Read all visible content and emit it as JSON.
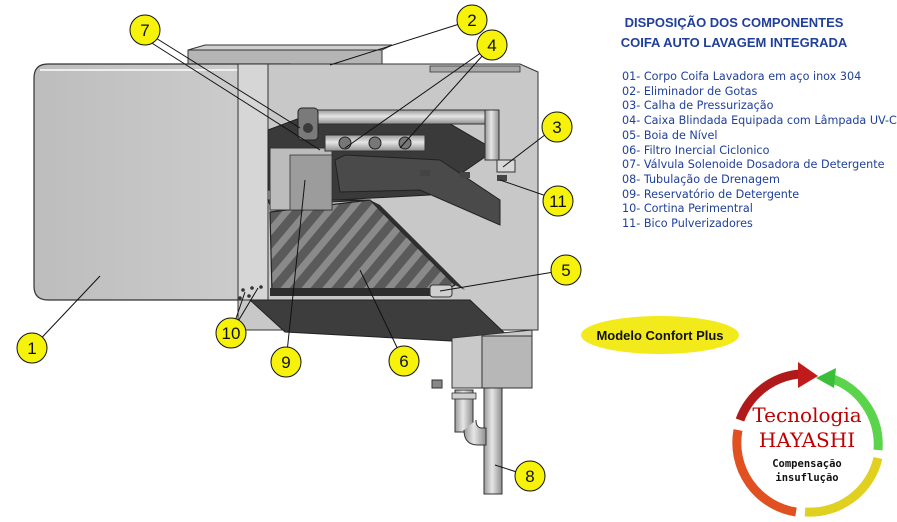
{
  "header": {
    "title_line1": "DISPOSIÇÃO DOS COMPONENTES",
    "title_line2": "COIFA AUTO LAVAGEM INTEGRADA"
  },
  "legend": [
    "01- Corpo Coifa Lavadora em aço inox 304",
    "02- Eliminador de Gotas",
    "03- Calha de Pressurização",
    "04- Caixa Blindada Equipada com Lâmpada UV-C",
    "05- Boia de Nível",
    "06- Filtro Inercial Ciclonico",
    "07- Válvula Solenoide Dosadora de Detergente",
    "08- Tubulação de Drenagem",
    "09- Reservatório de Detergente",
    "10- Cortina Perimentral",
    "11- Bico Pulverizadores"
  ],
  "callouts": [
    "1",
    "2",
    "3",
    "4",
    "5",
    "6",
    "7",
    "8",
    "9",
    "10",
    "11"
  ],
  "model_badge": "Modelo Confort Plus",
  "brand": {
    "line1": "Tecnologia",
    "line2": "HAYASHI",
    "line3": "Compensação",
    "line4": "insuflução"
  },
  "colors": {
    "text_blue": "#1f3f99",
    "callout_yellow": "#f6f20a",
    "brand_red": "#c00000",
    "hood_gray": "#c6c6c6",
    "dark_interior": "#3a3a3a"
  }
}
